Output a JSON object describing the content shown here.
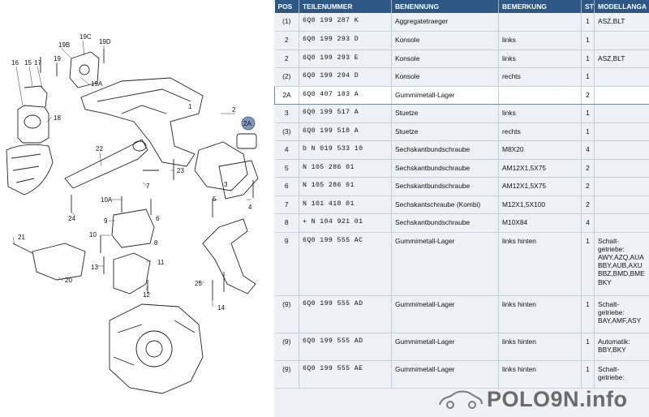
{
  "diagram": {
    "callouts": [
      "16",
      "15",
      "17",
      "19B",
      "19C",
      "19D",
      "19",
      "19A",
      "18",
      "1",
      "2",
      "2A",
      "22",
      "23",
      "7",
      "3",
      "5",
      "4",
      "24",
      "10A",
      "10",
      "9",
      "6",
      "8",
      "13",
      "11",
      "12",
      "21",
      "20",
      "25",
      "14"
    ],
    "highlight_color": "#7f97c0"
  },
  "table": {
    "header_bg": "#2c5786",
    "columns": [
      "POS",
      "TEILENUMMER",
      "BENENNUNG",
      "BEMERKUNG",
      "ST",
      "MODELLANGA"
    ],
    "rows": [
      {
        "pos": "(1)",
        "pn": "6Q0  199  287  K",
        "name": "Aggregatetraeger",
        "remark": "",
        "st": "1",
        "model": "ASZ,BLT"
      },
      {
        "pos": "2",
        "pn": "6Q0  199  293  D",
        "name": "Konsole",
        "remark": "links",
        "st": "1",
        "model": ""
      },
      {
        "pos": "2",
        "pn": "6Q0  199  293  E",
        "name": "Konsole",
        "remark": "links",
        "st": "1",
        "model": "ASZ,BLT"
      },
      {
        "pos": "(2)",
        "pn": "6Q0  199  294  D",
        "name": "Konsole",
        "remark": "rechts",
        "st": "1",
        "model": ""
      },
      {
        "pos": "2A",
        "pn": "6Q0  407  183  A",
        "name": "Gummimetall-Lager",
        "remark": "",
        "st": "2",
        "model": ""
      },
      {
        "pos": "3",
        "pn": "6Q0  199  517  A",
        "name": "Stuetze",
        "remark": "links",
        "st": "1",
        "model": ""
      },
      {
        "pos": "(3)",
        "pn": "6Q0  199  518  A",
        "name": "Stuetze",
        "remark": "rechts",
        "st": "1",
        "model": ""
      },
      {
        "pos": "4",
        "pn": "b N     019  533  10",
        "name": "Sechskantbundschraube",
        "remark": "M8X20",
        "st": "4",
        "model": ""
      },
      {
        "pos": "5",
        "pn": "N     105  286  01",
        "name": "Sechskantbundschraube",
        "remark": "AM12X1,5X75",
        "st": "2",
        "model": ""
      },
      {
        "pos": "6",
        "pn": "N     105  286  01",
        "name": "Sechskantbundschraube",
        "remark": "AM12X1,5X75",
        "st": "2",
        "model": ""
      },
      {
        "pos": "7",
        "pn": "N     101  418  01",
        "name": "Sechskantschraube (Kombi)",
        "remark": "M12X1,5X100",
        "st": "2",
        "model": ""
      },
      {
        "pos": "8",
        "pn": "+ N     104  921  01",
        "name": "Sechskantbundschraube",
        "remark": "M10X84",
        "st": "4",
        "model": ""
      },
      {
        "pos": "9",
        "pn": "6Q0  199  555  AC",
        "name": "Gummimetall-Lager",
        "remark": "links hinten",
        "st": "1",
        "model": "Schalt-\ngetriebe:\nAWY,AZQ,AUA\nBBY,AUB,AXU\nBBZ,BMD,BME\nBKY"
      },
      {
        "pos": "(9)",
        "pn": "6Q0  199  555  AD",
        "name": "Gummimetall-Lager",
        "remark": "links hinten",
        "st": "1",
        "model": "Schalt-\ngetriebe:\nBAY,AMF,ASY"
      },
      {
        "pos": "(9)",
        "pn": "6Q0  199  555  AD",
        "name": "Gummimetall-Lager",
        "remark": "links hinten",
        "st": "1",
        "model": "Automatik:\nBBY,BKY"
      },
      {
        "pos": "(9)",
        "pn": "6Q0  199  555  AE",
        "name": "Gummimetall-Lager",
        "remark": "links hinten",
        "st": "1",
        "model": "Schalt-\ngetriebe:"
      }
    ]
  },
  "watermark": {
    "text": "POLO9N.info",
    "icon": "car-icon"
  }
}
